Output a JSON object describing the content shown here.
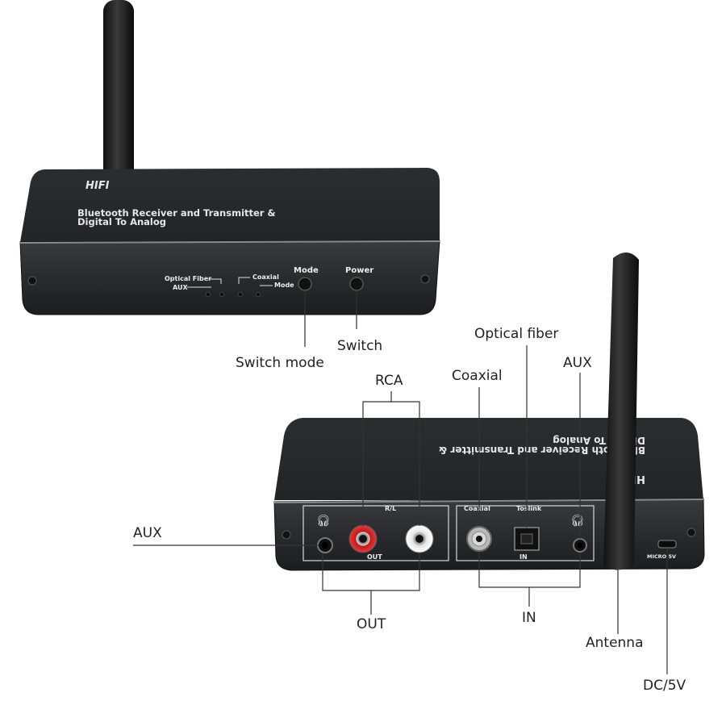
{
  "front_device": {
    "hifi": "HIFI",
    "title_line1": "Bluetooth Receiver and Transmitter &",
    "title_line2": "Digital To Analog",
    "optical_fiber": "Optical Fiber",
    "aux": "AUX",
    "coaxial": "Coaxial",
    "mode_small": "Mode",
    "mode": "Mode",
    "power": "Power"
  },
  "back_device": {
    "title_line1": "Bluetooth Receiver and Transmitter &",
    "title_line2": "Digital To Analog",
    "hifi": "HIFI",
    "rl": "R/L",
    "out": "OUT",
    "coaxial": "Coaxial",
    "toslink": "Toslink",
    "in": "IN",
    "micro5v": "MICRO 5V"
  },
  "callouts": {
    "switch_mode": "Switch mode",
    "switch": "Switch",
    "rca": "RCA",
    "coaxial": "Coaxial",
    "optical_fiber": "Optical fiber",
    "aux_top": "AUX",
    "aux_left": "AUX",
    "out": "OUT",
    "in": "IN",
    "antenna": "Antenna",
    "dc5v": "DC/5V"
  }
}
